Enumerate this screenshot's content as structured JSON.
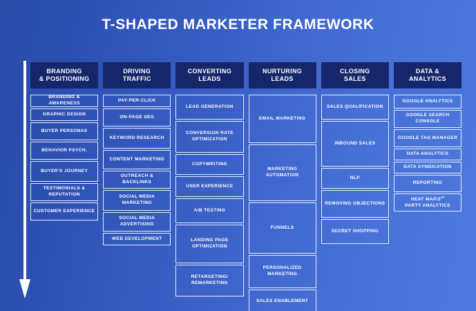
{
  "title": "T-SHAPED MARKETER FRAMEWORK",
  "theme": {
    "background_left": "#2a4ba8",
    "background_right": "#4d79dd",
    "header_background": "#16266b",
    "card_border": "#e8eefc",
    "text": "#ffffff",
    "arrow_color": "#ffffff"
  },
  "arrow": {
    "name": "downward-depth-arrow",
    "direction": "down"
  },
  "columns": [
    {
      "header": "BRANDING\n& POSITIONING",
      "header_line1": "BRANDING",
      "header_line2": "& POSITIONING",
      "key": "branding-positioning",
      "items": [
        {
          "label": "BRANDING & AWARENESS",
          "height": 18
        },
        {
          "label": "GRAPHIC DESIGN",
          "height": 18
        },
        {
          "label": "BUYER PERSONAS",
          "height": 26
        },
        {
          "label": "BEHAVIOR PSYCH.",
          "height": 26
        },
        {
          "label": "BUYER'S JOURNEY",
          "height": 30
        },
        {
          "label": "TESTIMONIALS & REPUTATION",
          "height": 26
        },
        {
          "label": "CUSTOMER EXPERIENCE",
          "height": 26
        }
      ]
    },
    {
      "header": "DRIVING\nTRAFFIC",
      "header_line1": "DRIVING",
      "header_line2": "TRAFFIC",
      "key": "driving-traffic",
      "items": [
        {
          "label": "PAY-PER-CLICK",
          "height": 18
        },
        {
          "label": "ON-PAGE SEO",
          "height": 26
        },
        {
          "label": "KEYWORD RESEARCH",
          "height": 30
        },
        {
          "label": "CONTENT MARKETING",
          "height": 28
        },
        {
          "label": "OUTREACH & BACKLINKS",
          "height": 26
        },
        {
          "label": "SOCIAL MEDIA MARKETING",
          "height": 30
        },
        {
          "label": "SOCIAL MEDIA ADVERTISING",
          "height": 28
        },
        {
          "label": "WEB DEVELOPMENT",
          "height": 18
        }
      ]
    },
    {
      "header": "CONVERTING\nLEADS",
      "header_line1": "CONVERTING",
      "header_line2": "LEADS",
      "key": "converting-leads",
      "items": [
        {
          "label": "LEAD GENERATION",
          "height": 36
        },
        {
          "label": "CONVERSION RATE OPTIMIZATION",
          "height": 46
        },
        {
          "label": "COPYWRITING",
          "height": 30
        },
        {
          "label": "USER EXPERIENCE",
          "height": 30
        },
        {
          "label": "A/B TESTING",
          "height": 36
        },
        {
          "label": "LANDING PAGE OPTIMIZATION",
          "height": 56
        },
        {
          "label": "RETARGETING/ REMARKETING",
          "height": 46
        }
      ]
    },
    {
      "header": "NURTURING\nLEADS",
      "header_line1": "NURTURING",
      "header_line2": "LEADS",
      "key": "nurturing-leads",
      "items": [
        {
          "label": "EMAIL MARKETING",
          "height": 70
        },
        {
          "label": "MARKETING AUTOMATION",
          "height": 82
        },
        {
          "label": "FUNNELS",
          "height": 74
        },
        {
          "label": "PERSONALIZED MARKETING",
          "height": 48
        },
        {
          "label": "SALES ENABLEMENT",
          "height": 34
        }
      ]
    },
    {
      "header": "CLOSING\nSALES",
      "header_line1": "CLOSING",
      "header_line2": "SALES",
      "key": "closing-sales",
      "items": [
        {
          "label": "SALES QUALIFICATION",
          "height": 36
        },
        {
          "label": "INBOUND SALES",
          "height": 66
        },
        {
          "label": "NLP",
          "height": 30
        },
        {
          "label": "REMOVING OBJECTIONS",
          "height": 40
        },
        {
          "label": "SECRET SHOPPING",
          "height": 36
        }
      ]
    },
    {
      "header": "DATA &\nANALYTICS",
      "header_line1": "DATA &",
      "header_line2": "ANALYTICS",
      "key": "data-analytics",
      "items": [
        {
          "label": "GOOGLE ANALYTICS",
          "height": 20
        },
        {
          "label": "GOOGLE SEARCH CONSOLE",
          "height": 26
        },
        {
          "label": "GOOGLE TAG MANAGER",
          "height": 26
        },
        {
          "label": "DATA ANALYTICS",
          "height": 17
        },
        {
          "label": "DATA SYNDICATION",
          "height": 17
        },
        {
          "label": "REPORTING",
          "height": 25
        },
        {
          "label": "HEAT MAP/3rd PARTY ANALYTICS",
          "height": 26,
          "rich": true,
          "line1_pre": "HEAT MAP/3",
          "line1_sup": "rd",
          "line2": "PARTY ANALYTICS"
        }
      ]
    }
  ]
}
